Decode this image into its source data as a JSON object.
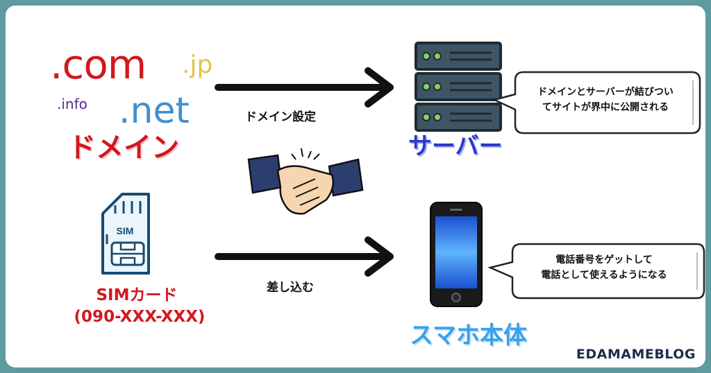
{
  "domains": {
    "com": ".com",
    "jp": ".jp",
    "info": ".info",
    "net": ".net",
    "label": "ドメイン"
  },
  "arrows": {
    "top_label": "ドメイン設定",
    "bottom_label": "差し込む"
  },
  "server": {
    "label": "サーバー",
    "bubble_line1": "ドメインとサーバーが結びつい",
    "bubble_line2": "てサイトが界中に公開される"
  },
  "sim": {
    "card_text": "SIM",
    "label": "SIMカード",
    "number": "(090-XXX-XXX)"
  },
  "phone": {
    "label": "スマホ本体",
    "bubble_line1": "電話番号をゲットして",
    "bubble_line2": "電話として使えるようになる"
  },
  "brand": "EDAMAMEBLOG",
  "colors": {
    "frame": "#5e9aa0",
    "red": "#d3171d",
    "server_blue": "#2f37c8",
    "phone_blue": "#3aa0e8"
  }
}
